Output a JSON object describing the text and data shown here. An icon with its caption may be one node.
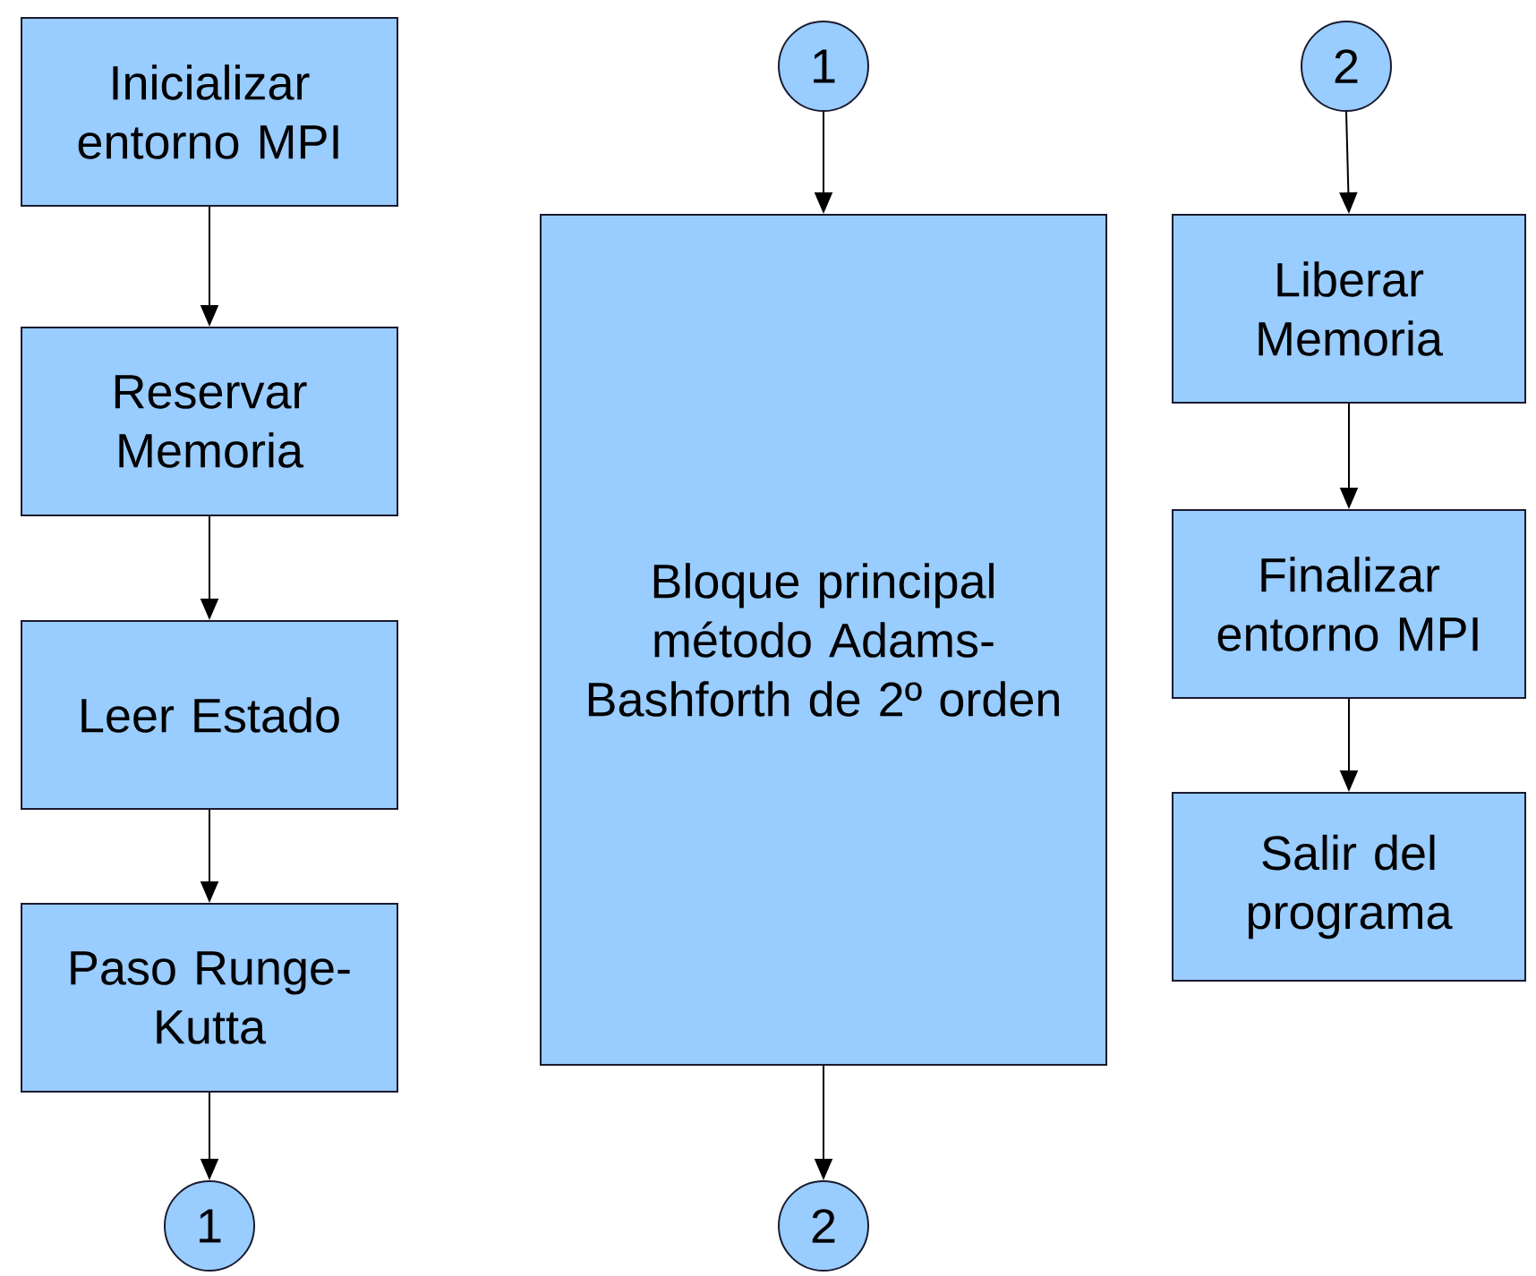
{
  "diagram": {
    "nodes": [
      {
        "text": [
          "Inicializar entorno MPI"
        ]
      },
      {
        "text": [
          "Reservar Memoria"
        ]
      },
      {
        "text": [
          "Leer Estado"
        ]
      },
      {
        "text": [
          "Paso Runge-Kutta"
        ]
      },
      {
        "text": [
          "1"
        ]
      },
      {
        "text": [
          "1"
        ]
      },
      {
        "text": [
          "Bloque principal método Adams-Bashforth de 2º orden"
        ]
      },
      {
        "text": [
          "2"
        ]
      },
      {
        "text": [
          "2"
        ]
      },
      {
        "text": [
          "Liberar Memoria"
        ]
      },
      {
        "text": [
          "Finalizar entorno MPI"
        ]
      },
      {
        "text": [
          "Salir del programa"
        ]
      }
    ],
    "edges": [
      {
        "from": 0,
        "to": 1,
        "arrow": "to"
      },
      {
        "from": 1,
        "to": 2,
        "arrow": "to"
      },
      {
        "from": 2,
        "to": 3,
        "arrow": "to"
      },
      {
        "from": 3,
        "to": 4,
        "arrow": "to"
      },
      {
        "from": 5,
        "to": 6,
        "arrow": "to"
      },
      {
        "from": 6,
        "to": 7,
        "arrow": "to"
      },
      {
        "from": 8,
        "to": 9,
        "arrow": "to"
      },
      {
        "from": 9,
        "to": 10,
        "arrow": "to"
      },
      {
        "from": 10,
        "to": 11,
        "arrow": "to"
      }
    ]
  }
}
